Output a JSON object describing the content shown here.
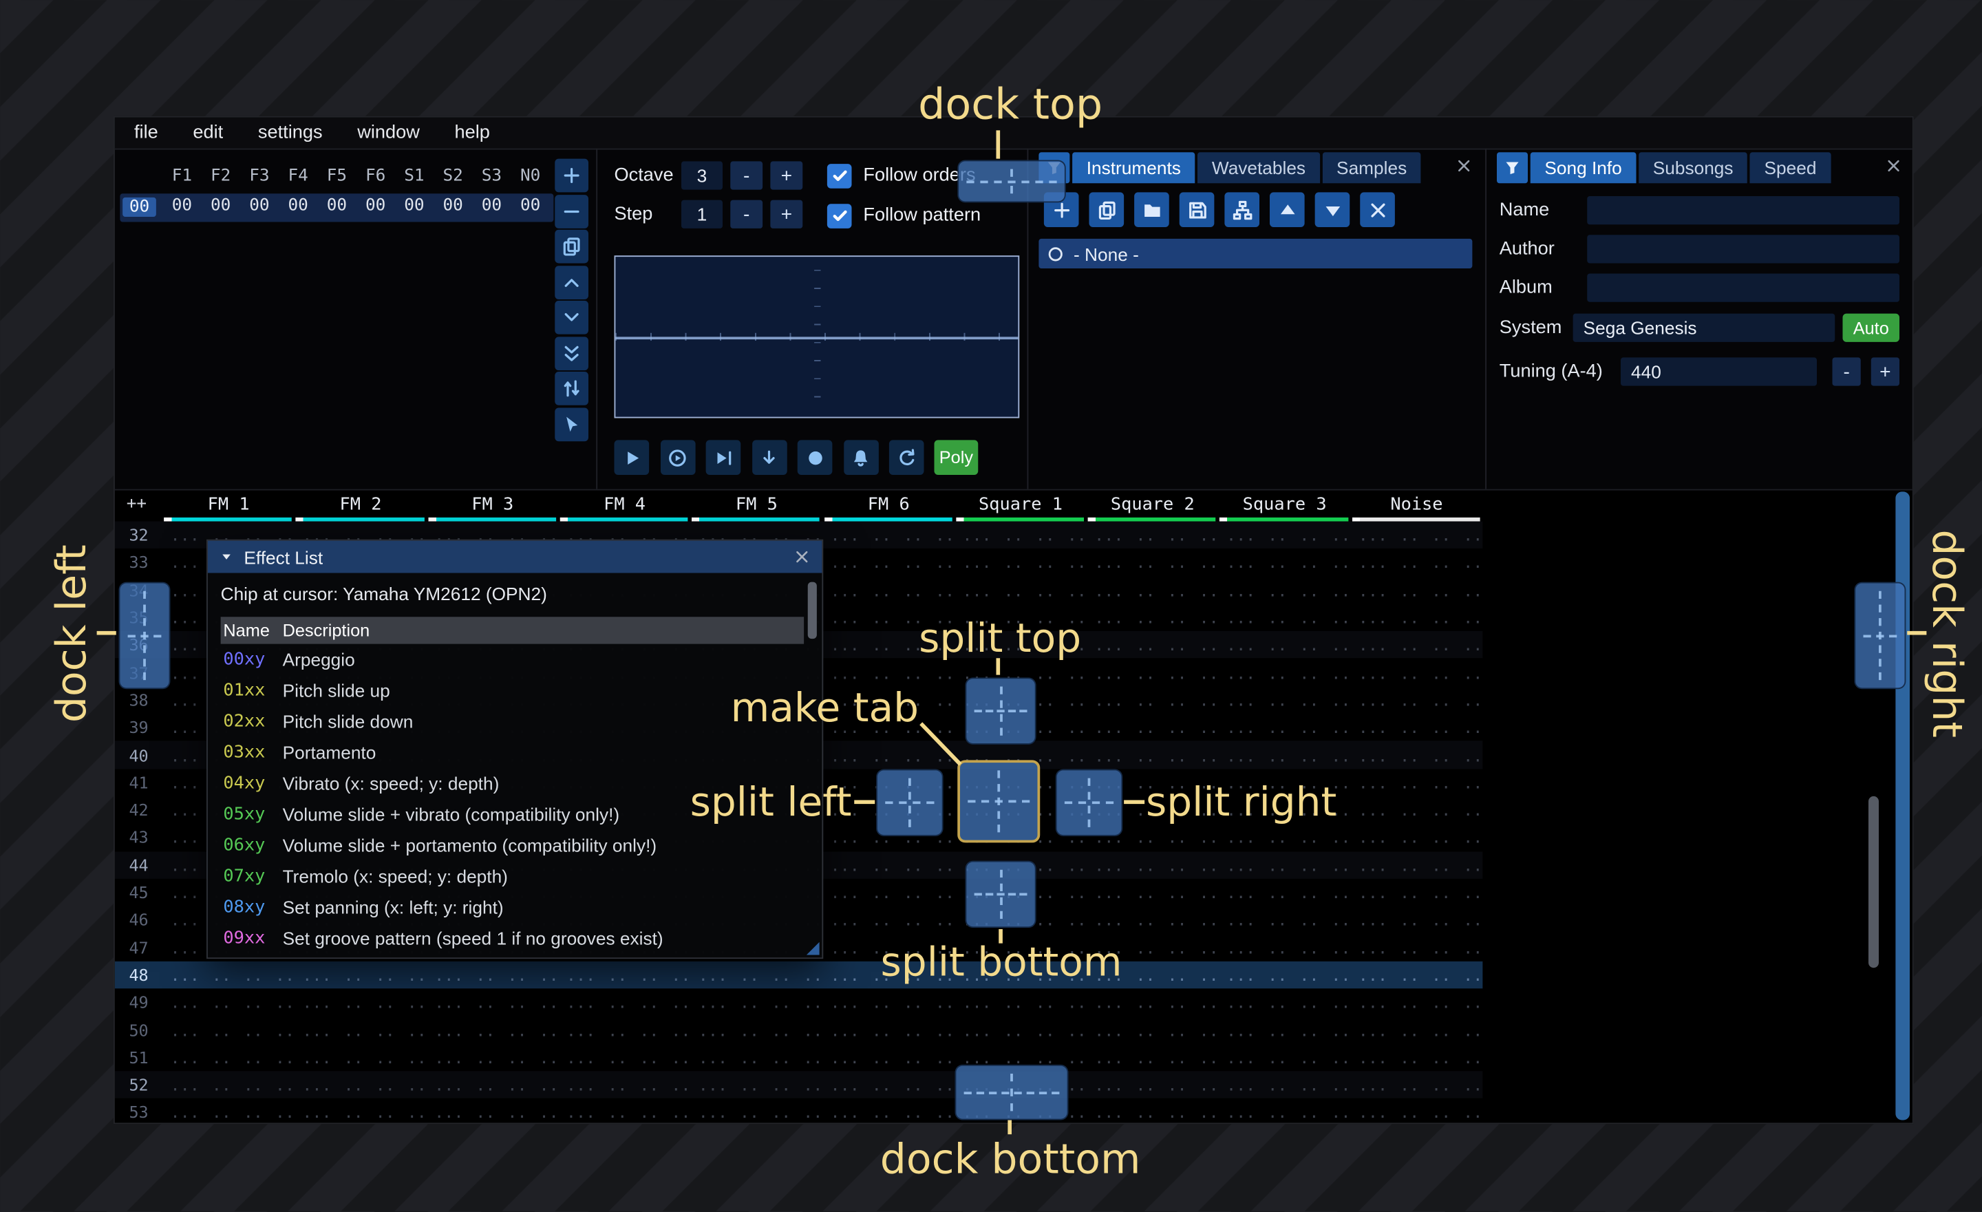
{
  "window": {
    "menu": [
      "file",
      "edit",
      "settings",
      "window",
      "help"
    ]
  },
  "orders": {
    "headers": [
      "F1",
      "F2",
      "F3",
      "F4",
      "F5",
      "F6",
      "S1",
      "S2",
      "S3",
      "N0"
    ],
    "row_label": "00",
    "row_values": [
      "00",
      "00",
      "00",
      "00",
      "00",
      "00",
      "00",
      "00",
      "00",
      "00"
    ],
    "buttons": [
      {
        "icon": "plus",
        "name": "order-add"
      },
      {
        "icon": "minus",
        "name": "order-remove"
      },
      {
        "icon": "copy",
        "name": "order-duplicate"
      },
      {
        "icon": "chevron-up",
        "name": "order-move-up"
      },
      {
        "icon": "chevron-down",
        "name": "order-move-down"
      },
      {
        "icon": "chevrons-down",
        "name": "order-duplicate-to-end"
      },
      {
        "icon": "swap",
        "name": "order-change-mode"
      },
      {
        "icon": "pointer",
        "name": "order-edit-mode"
      }
    ]
  },
  "play_controls": {
    "octave_label": "Octave",
    "octave_value": "3",
    "step_label": "Step",
    "step_value": "1",
    "minus": "-",
    "plus": "+",
    "checkboxes": [
      {
        "label": "Follow orders",
        "checked": true
      },
      {
        "label": "Follow pattern",
        "checked": true
      }
    ],
    "transport": [
      {
        "icon": "play",
        "name": "play"
      },
      {
        "icon": "play-circle",
        "name": "play-from-beginning"
      },
      {
        "icon": "play-to-cursor",
        "name": "play-to-cursor"
      },
      {
        "icon": "arrow-down",
        "name": "step-one-row"
      },
      {
        "icon": "stop-circle",
        "name": "stop"
      },
      {
        "icon": "bell",
        "name": "metronome"
      },
      {
        "icon": "repeat",
        "name": "repeat-pattern"
      }
    ],
    "poly_label": "Poly"
  },
  "instruments_panel": {
    "tabs": [
      {
        "label": "Instruments",
        "selected": true
      },
      {
        "label": "Wavetables",
        "selected": false
      },
      {
        "label": "Samples",
        "selected": false
      }
    ],
    "toolbar": [
      {
        "icon": "plus",
        "name": "instrument-add"
      },
      {
        "icon": "copy",
        "name": "instrument-duplicate"
      },
      {
        "icon": "folder",
        "name": "instrument-open"
      },
      {
        "icon": "save",
        "name": "instrument-save"
      },
      {
        "icon": "tree",
        "name": "instrument-organize"
      },
      {
        "icon": "up-solid",
        "name": "instrument-move-up"
      },
      {
        "icon": "down-solid",
        "name": "instrument-move-down"
      },
      {
        "icon": "x",
        "name": "instrument-delete"
      }
    ],
    "list": [
      {
        "label": "- None -",
        "selected": true
      }
    ]
  },
  "song_info": {
    "tabs": [
      {
        "label": "Song Info",
        "selected": true
      },
      {
        "label": "Subsongs",
        "selected": false
      },
      {
        "label": "Speed",
        "selected": false
      }
    ],
    "fields": {
      "name_label": "Name",
      "author_label": "Author",
      "album_label": "Album",
      "system_label": "System",
      "system_value": "Sega Genesis",
      "auto_label": "Auto",
      "tuning_label": "Tuning (A-4)",
      "tuning_value": "440",
      "minus": "-",
      "plus": "+"
    }
  },
  "pattern": {
    "corner": "++",
    "channels": [
      {
        "name": "FM 1",
        "color": "#00d8dc"
      },
      {
        "name": "FM 2",
        "color": "#00d8dc"
      },
      {
        "name": "FM 3",
        "color": "#00d8dc"
      },
      {
        "name": "FM 4",
        "color": "#00d8dc"
      },
      {
        "name": "FM 5",
        "color": "#00d8dc"
      },
      {
        "name": "FM 6",
        "color": "#00d8dc"
      },
      {
        "name": "Square 1",
        "color": "#14cc50"
      },
      {
        "name": "Square 2",
        "color": "#14cc50"
      },
      {
        "name": "Square 3",
        "color": "#14cc50"
      },
      {
        "name": "Noise",
        "color": "#e8e8e8"
      }
    ],
    "rows": {
      "start": 32,
      "end": 53,
      "cursor_row": 48,
      "empty_cell": "... .. .. ..."
    }
  },
  "effect_list": {
    "title": "Effect List",
    "chip_line": "Chip at cursor: Yamaha YM2612 (OPN2)",
    "col_name": "Name",
    "col_desc": "Description",
    "effects": [
      {
        "code": "00xy",
        "color": "#7070ff",
        "desc": "Arpeggio"
      },
      {
        "code": "01xx",
        "color": "#c9c94f",
        "desc": "Pitch slide up"
      },
      {
        "code": "02xx",
        "color": "#c9c94f",
        "desc": "Pitch slide down"
      },
      {
        "code": "03xx",
        "color": "#c9c94f",
        "desc": "Portamento"
      },
      {
        "code": "04xy",
        "color": "#c9c94f",
        "desc": "Vibrato (x: speed; y: depth)"
      },
      {
        "code": "05xy",
        "color": "#55c955",
        "desc": "Volume slide + vibrato (compatibility only!)"
      },
      {
        "code": "06xy",
        "color": "#55c955",
        "desc": "Volume slide + portamento (compatibility only!)"
      },
      {
        "code": "07xy",
        "color": "#55c955",
        "desc": "Tremolo (x: speed; y: depth)"
      },
      {
        "code": "08xy",
        "color": "#4f9af0",
        "desc": "Set panning (x: left; y: right)"
      },
      {
        "code": "09xx",
        "color": "#e06ae0",
        "desc": "Set groove pattern (speed 1 if no grooves exist)"
      }
    ]
  },
  "overlay": {
    "accent": "#f3da8c",
    "labels": {
      "dock_top": "dock top",
      "dock_left": "dock left",
      "dock_right": "dock right",
      "dock_bottom": "dock bottom",
      "split_top": "split top",
      "split_left": "split left",
      "split_right": "split right",
      "split_bottom": "split bottom",
      "make_tab": "make tab"
    }
  }
}
